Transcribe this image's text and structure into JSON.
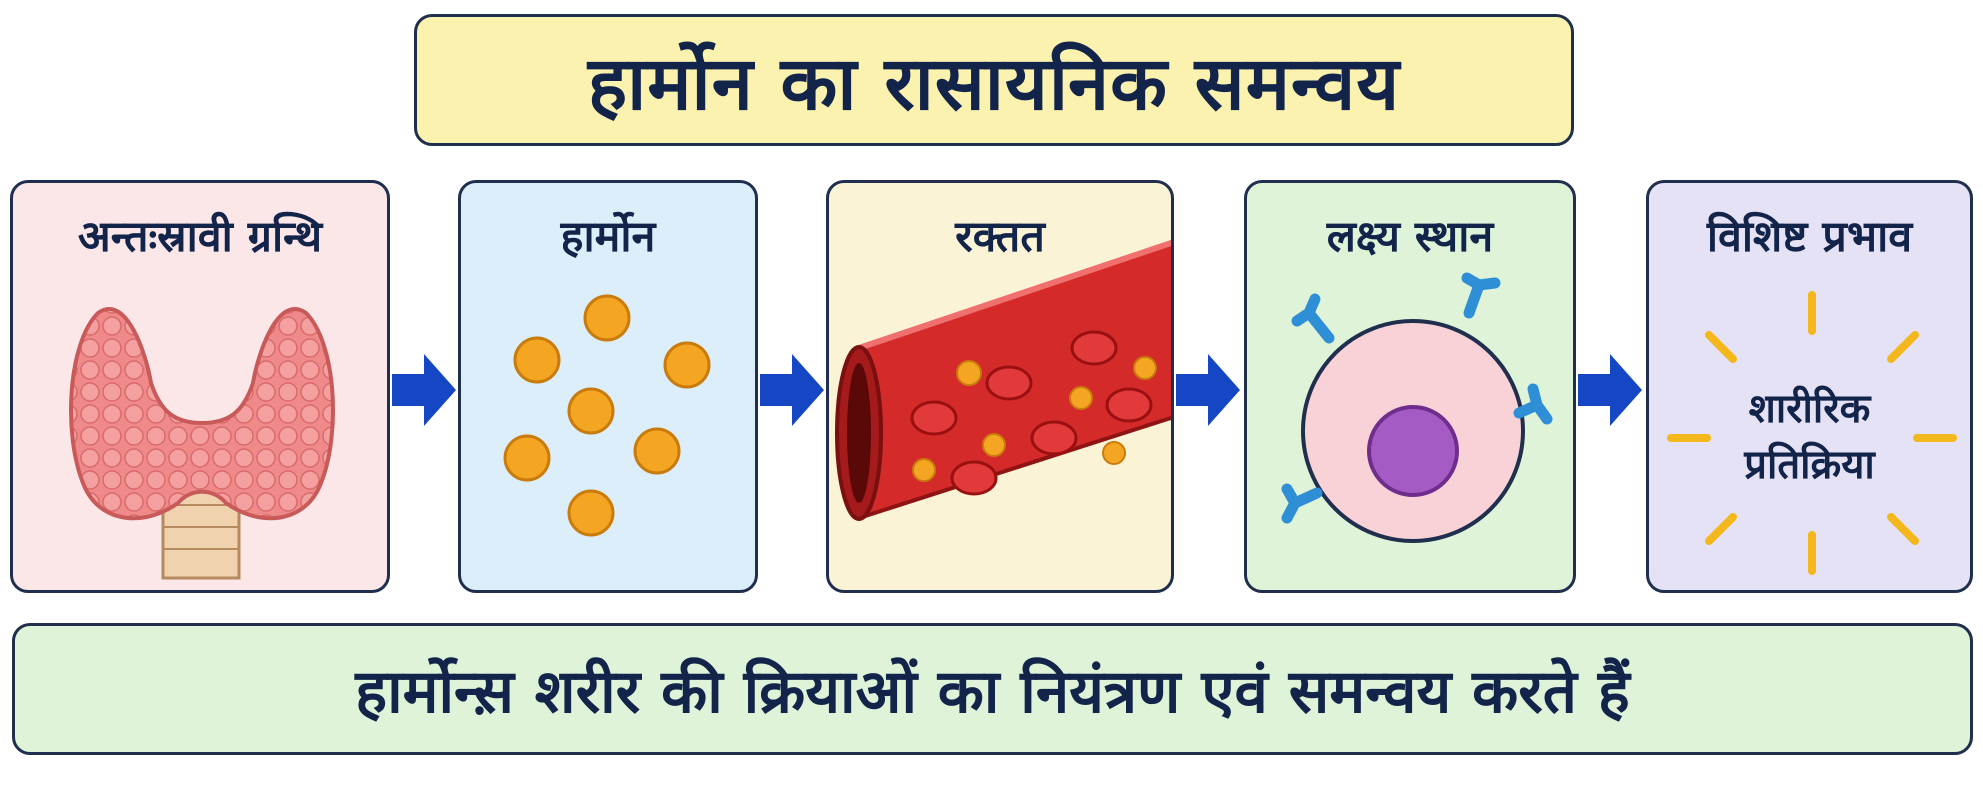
{
  "title": "हार्मोन का रासायनिक समन्वय",
  "steps": [
    {
      "label": "अन्तःस्रावी ग्रन्थि",
      "icon": "thyroid-gland-icon"
    },
    {
      "label": "हार्मोन",
      "icon": "hormone-molecules-icon"
    },
    {
      "label": "रक्तत",
      "icon": "blood-vessel-icon"
    },
    {
      "label": "लक्ष्य स्थान",
      "icon": "target-cell-icon"
    },
    {
      "label": "विशिष्ट प्रभाव",
      "icon": "sunburst-icon",
      "effect_line1": "शारीरिक",
      "effect_line2": "प्रतिक्रिया"
    }
  ],
  "footer": "हार्मोन्स़ शरीर की क्रियाओं का नियंत्रण एवं समन्वय करते हैं",
  "colors": {
    "border": "#1f2f4d",
    "text": "#13244a",
    "arrow": "#1547c4",
    "gland": "#f08a8a",
    "hormone": "#f4a623",
    "blood": "#d42a2a",
    "cell": "#f9d2d8",
    "nucleus": "#a55bc4",
    "receptor": "#2f8fd6",
    "ray": "#f4b81c"
  }
}
